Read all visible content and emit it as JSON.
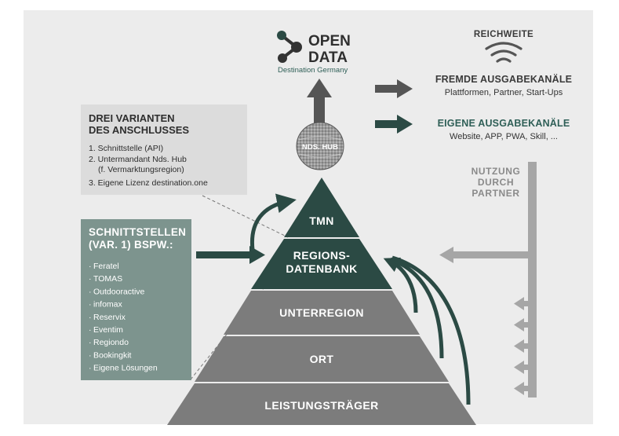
{
  "open_data": {
    "line1": "OPEN",
    "line2": "DATA",
    "sub": "Destination Germany"
  },
  "hub": {
    "label": "NDS. HUB"
  },
  "reach": {
    "label": "REICHWEITE"
  },
  "outputs": [
    {
      "title": "FREMDE AUSGABEKANÄLE",
      "sub": "Plattformen, Partner, Start-Ups"
    },
    {
      "title": "EIGENE AUSGABEKANÄLE",
      "sub": "Website, APP, PWA, Skill, ..."
    }
  ],
  "nutzung": [
    "NUTZUNG",
    "DURCH",
    "PARTNER"
  ],
  "variants_box": {
    "title_lines": [
      "DREI VARIANTEN",
      "DES ANSCHLUSSES"
    ],
    "items": [
      "1. Schnittstelle (API)",
      "2. Untermandant Nds. Hub",
      "(f. Vermarktungsregion)",
      "3. Eigene Lizenz destination.one"
    ]
  },
  "interfaces_box": {
    "title_lines": [
      "SCHNITTSTELLEN",
      "(VAR. 1) BSPW.:"
    ],
    "items": [
      "Feratel",
      "TOMAS",
      "Outdooractive",
      "infomax",
      "Reservix",
      "Eventim",
      "Regiondo",
      "Bookingkit",
      "Eigene Lösungen"
    ]
  },
  "pyramid": {
    "levels": [
      "TMN",
      "REGIONS-",
      "DATENBANK",
      "UNTERREGION",
      "ORT",
      "LEISTUNGSTRÄGER"
    ]
  },
  "colors": {
    "teal_dark": "#2b4a44",
    "teal_box": "#7d948e",
    "grey_level": "#7c7c7c",
    "grey_light": "#dcdcdc",
    "arrow_dark": "#555555",
    "arrow_grey": "#a6a6a6"
  }
}
